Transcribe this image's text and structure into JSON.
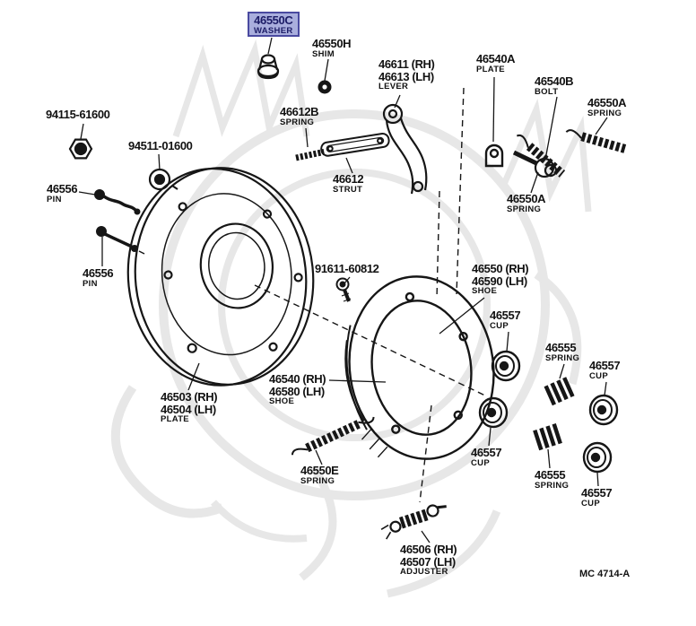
{
  "diagram_code": "MC 4714-A",
  "highlight": {
    "background": "#a9aedd",
    "border": "#4a4aa0",
    "text": "#1c1c66"
  },
  "labels": [
    {
      "id": "46550C",
      "lines": [
        "46550C",
        "WASHER"
      ],
      "highlighted": true
    },
    {
      "id": "46550H",
      "lines": [
        "46550H",
        "SHIM"
      ]
    },
    {
      "id": "46611-46613",
      "lines": [
        "46611 (RH)",
        "46613 (LH)",
        "LEVER"
      ]
    },
    {
      "id": "46540A",
      "lines": [
        "46540A",
        "PLATE"
      ]
    },
    {
      "id": "46540B",
      "lines": [
        "46540B",
        "BOLT"
      ]
    },
    {
      "id": "46550A-right",
      "lines": [
        "46550A",
        "SPRING"
      ]
    },
    {
      "id": "94115-61600",
      "lines": [
        "94115-61600"
      ]
    },
    {
      "id": "94511-01600",
      "lines": [
        "94511-01600"
      ]
    },
    {
      "id": "46612B",
      "lines": [
        "46612B",
        "SPRING"
      ]
    },
    {
      "id": "46612",
      "lines": [
        "46612",
        "STRUT"
      ]
    },
    {
      "id": "46556-upper",
      "lines": [
        "46556",
        "PIN"
      ]
    },
    {
      "id": "46556-lower",
      "lines": [
        "46556",
        "PIN"
      ]
    },
    {
      "id": "46550A-mid",
      "lines": [
        "46550A",
        "SPRING"
      ]
    },
    {
      "id": "91611-60812",
      "lines": [
        "91611-60812"
      ]
    },
    {
      "id": "46550-46590",
      "lines": [
        "46550 (RH)",
        "46590 (LH)",
        "SHOE"
      ]
    },
    {
      "id": "46557-1",
      "lines": [
        "46557",
        "CUP"
      ]
    },
    {
      "id": "46555-1",
      "lines": [
        "46555",
        "SPRING"
      ]
    },
    {
      "id": "46557-2",
      "lines": [
        "46557",
        "CUP"
      ]
    },
    {
      "id": "46540-46580",
      "lines": [
        "46540 (RH)",
        "46580 (LH)",
        "SHOE"
      ]
    },
    {
      "id": "46503-46504",
      "lines": [
        "46503 (RH)",
        "46504 (LH)",
        "PLATE"
      ]
    },
    {
      "id": "46550E",
      "lines": [
        "46550E",
        "SPRING"
      ]
    },
    {
      "id": "46557-3",
      "lines": [
        "46557",
        "CUP"
      ]
    },
    {
      "id": "46555-2",
      "lines": [
        "46555",
        "SPRING"
      ]
    },
    {
      "id": "46557-4",
      "lines": [
        "46557",
        "CUP"
      ]
    },
    {
      "id": "46506-46507",
      "lines": [
        "46506 (RH)",
        "46507 (LH)",
        "ADJUSTER"
      ]
    }
  ]
}
